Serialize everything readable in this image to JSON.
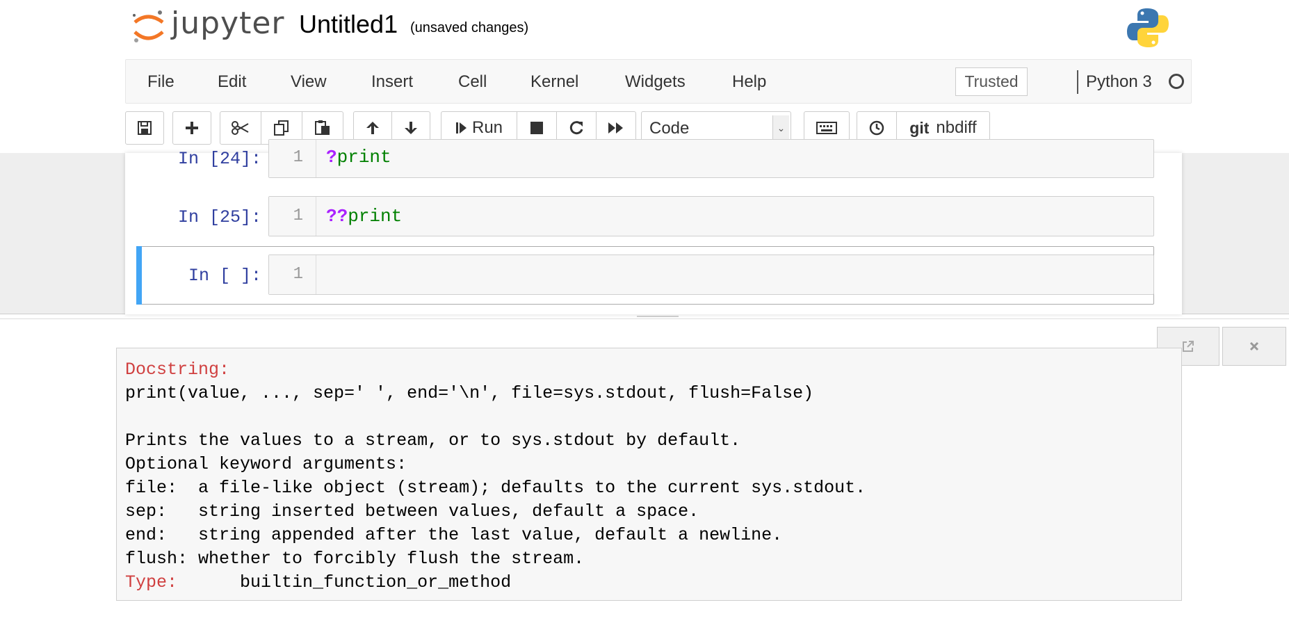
{
  "header": {
    "logo_text": "jupyter",
    "notebook_title": "Untitled1",
    "save_status": "(unsaved changes)"
  },
  "menu": {
    "items": [
      "File",
      "Edit",
      "View",
      "Insert",
      "Cell",
      "Kernel",
      "Widgets",
      "Help"
    ],
    "trusted_label": "Trusted",
    "kernel_name": "Python 3"
  },
  "toolbar": {
    "run_label": "Run",
    "cell_type": "Code",
    "git_label": "git",
    "nbdiff_label": "nbdiff",
    "icons": [
      "save-icon",
      "plus-icon",
      "cut-icon",
      "copy-icon",
      "paste-icon",
      "arrow-up-icon",
      "arrow-down-icon",
      "step-forward-icon",
      "stop-icon",
      "restart-icon",
      "fast-forward-icon",
      "keyboard-icon",
      "history-icon"
    ]
  },
  "cells": [
    {
      "prompt": "In [24]:",
      "line": "1",
      "op": "?",
      "code": "print"
    },
    {
      "prompt": "In [25]:",
      "line": "1",
      "op": "??",
      "code": "print"
    },
    {
      "prompt": "In [ ]:",
      "line": "1",
      "op": "",
      "code": ""
    }
  ],
  "pager": {
    "docstring_label": "Docstring:",
    "signature": "print(value, ..., sep=' ', end='\\n', file=sys.stdout, flush=False)",
    "desc1": "Prints the values to a stream, or to sys.stdout by default.",
    "desc2": "Optional keyword arguments:",
    "arg_file": "file:  a file-like object (stream); defaults to the current sys.stdout.",
    "arg_sep": "sep:   string inserted between values, default a space.",
    "arg_end": "end:   string appended after the last value, default a newline.",
    "arg_flush": "flush: whether to forcibly flush the stream.",
    "type_label": "Type:",
    "type_value": "builtin_function_or_method"
  },
  "colors": {
    "prompt": "#303f9f",
    "selected_bar": "#42a5f5",
    "pager_label": "#d04040"
  }
}
